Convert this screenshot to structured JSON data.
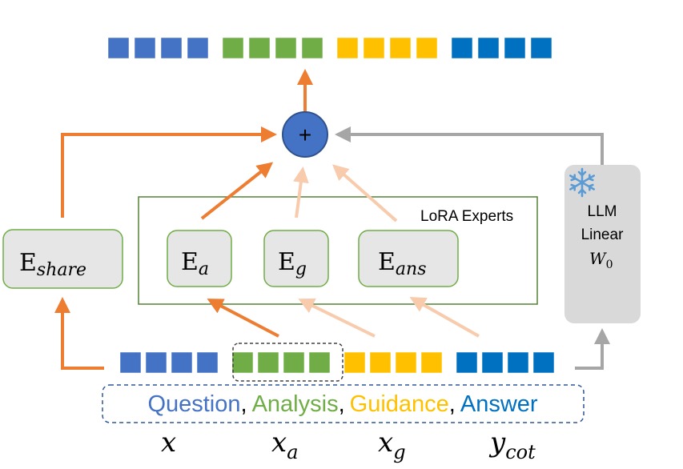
{
  "colors": {
    "blue": "#4472C4",
    "green": "#70AD47",
    "yellow": "#FFC000",
    "dark_blue": "#0070C0",
    "orange": "#ED7D31",
    "light_orange": "#F8CBAD",
    "gray": "#A6A6A6",
    "box_fill": "#E7E6E6",
    "box_border": "#70AD47",
    "expert_frame": "#548235",
    "dashed": "#404040",
    "plus_fill": "#4472C4",
    "ice": "#5B9BD5"
  },
  "icons": {
    "snowflake": "snowflake-icon",
    "plus": "plus-icon"
  },
  "top_tokens": {
    "groups": 4,
    "per_group": 4
  },
  "bottom_tokens": {
    "groups": 4,
    "per_group": 4
  },
  "sum_node": {
    "symbol": "+"
  },
  "lora_group": {
    "label": "LoRA Experts"
  },
  "experts": {
    "share": {
      "base": "E",
      "sub": "share"
    },
    "a": {
      "base": "E",
      "sub": "a"
    },
    "g": {
      "base": "E",
      "sub": "g"
    },
    "ans": {
      "base": "E",
      "sub": "ans"
    }
  },
  "llm": {
    "line1": "LLM",
    "line2": "Linear",
    "weight_base": "W",
    "weight_sub": "0"
  },
  "caption": {
    "question": "Question",
    "comma1": ",",
    "analysis": "Analysis",
    "comma2": ",",
    "guidance": "Guidance",
    "comma3": ",",
    "answer": "Answer"
  },
  "variables": {
    "x": {
      "base": "x",
      "sub": ""
    },
    "xa": {
      "base": "x",
      "sub": "a"
    },
    "xg": {
      "base": "x",
      "sub": "g"
    },
    "ycot": {
      "base": "y",
      "sub": "cot"
    }
  }
}
